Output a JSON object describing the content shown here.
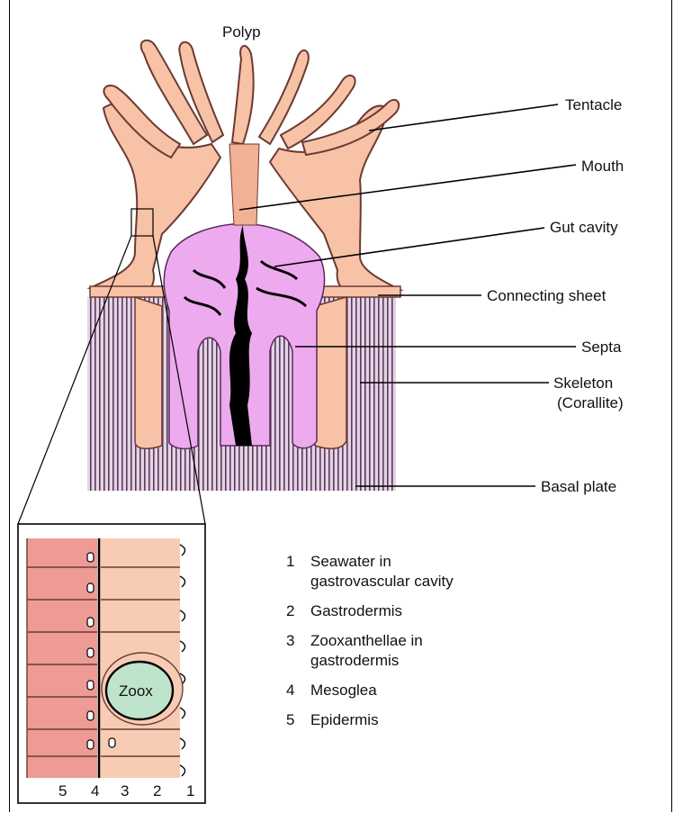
{
  "title": "Polyp",
  "labels": {
    "tentacle": "Tentacle",
    "mouth": "Mouth",
    "gut_cavity": "Gut cavity",
    "connecting_sheet": "Connecting sheet",
    "septa": "Septa",
    "skeleton_line1": "Skeleton",
    "skeleton_line2": "(Corallite)",
    "basal_plate": "Basal plate"
  },
  "inset": {
    "zoox_label": "Zoox",
    "layer_numbers": [
      "5",
      "4",
      "3",
      "2",
      "1"
    ]
  },
  "legend": [
    {
      "num": "1",
      "line1": "Seawater in",
      "line2": "gastrovascular cavity"
    },
    {
      "num": "2",
      "line1": "Gastrodermis",
      "line2": ""
    },
    {
      "num": "3",
      "line1": "Zooxanthellae in",
      "line2": "gastrodermis"
    },
    {
      "num": "4",
      "line1": "Mesoglea",
      "line2": ""
    },
    {
      "num": "5",
      "line1": "Epidermis",
      "line2": ""
    }
  ],
  "colors": {
    "tissue": "#f7c2a6",
    "tissue_dark": "#f2b195",
    "gut": "#eeaaee",
    "skeleton": "#5a3a5e",
    "skeleton_bg": "#d8c4d8",
    "epidermis": "#ee9a95",
    "gastrodermis": "#f8cbb4",
    "zoox": "#bfe4cc"
  }
}
